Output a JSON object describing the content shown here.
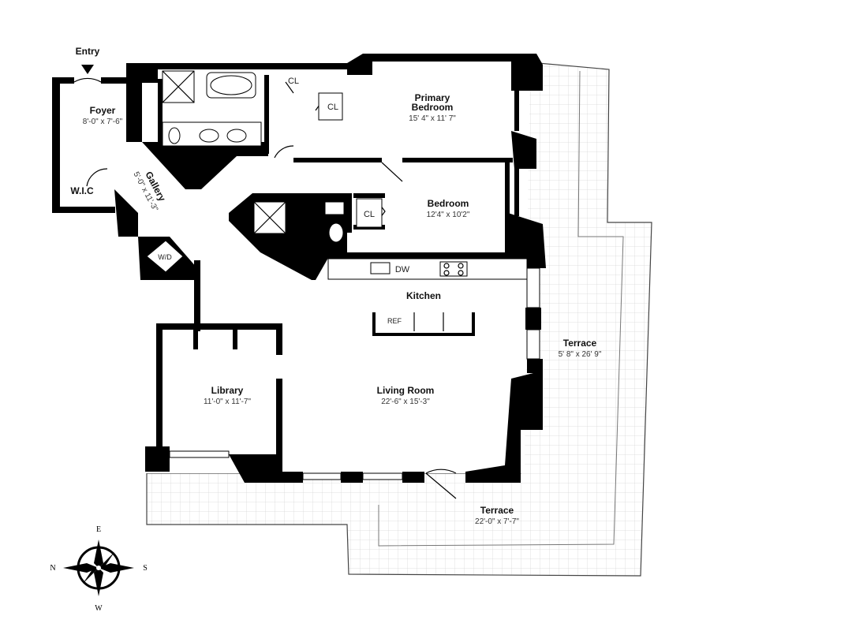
{
  "entry_label": "Entry",
  "rooms": {
    "foyer": {
      "name": "Foyer",
      "dims": "8'-0\" x 7'-6\""
    },
    "wic": {
      "name": "W.I.C"
    },
    "gallery": {
      "name": "Gallery",
      "dims": "5'-0\" x 11'-3\""
    },
    "primary_bed": {
      "name_line1": "Primary",
      "name_line2": "Bedroom",
      "dims": "15' 4\" x 11' 7\""
    },
    "bedroom": {
      "name": "Bedroom",
      "dims": "12'4\" x 10'2\""
    },
    "kitchen": {
      "name": "Kitchen"
    },
    "library": {
      "name": "Library",
      "dims": "11'-0\" x 11'-7\""
    },
    "living": {
      "name": "Living Room",
      "dims": "22'-6\" x 15'-3\""
    },
    "terrace_east": {
      "name": "Terrace",
      "dims": "5' 8\" x 26' 9\""
    },
    "terrace_south": {
      "name": "Terrace",
      "dims": "22'-0\" x 7'-7\""
    }
  },
  "fixtures": {
    "closet_1": "CL",
    "closet_2": "CL",
    "closet_3": "CL",
    "washer_dryer": "W/D",
    "dishwasher": "DW",
    "refrigerator": "REF"
  },
  "compass": {
    "north": "N",
    "south": "S",
    "east": "E",
    "west": "W"
  }
}
